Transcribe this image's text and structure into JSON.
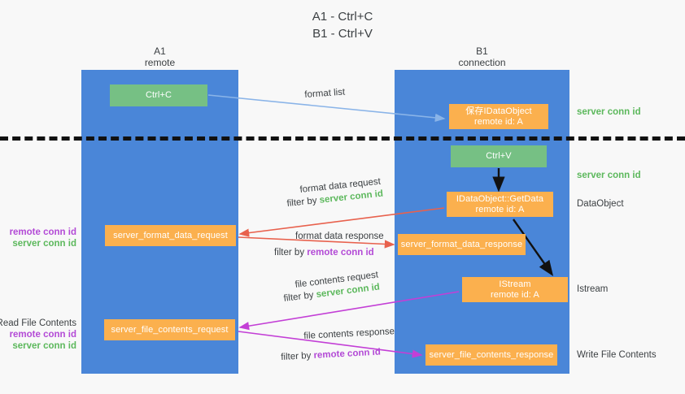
{
  "diagram": {
    "title": "A1 - Ctrl+C\nB1 - Ctrl+V",
    "columns": [
      {
        "name": "A1",
        "sub": "remote",
        "header": "A1\nremote",
        "color": "#4a86d8"
      },
      {
        "name": "B1",
        "sub": "connection",
        "header": "B1\nconnection",
        "color": "#4a86d8"
      }
    ],
    "colors": {
      "column": "#4a86d8",
      "green_box": "#76c084",
      "orange_box": "#fbb04e",
      "server_conn": "#5cb85c",
      "remote_conn": "#b34ad6",
      "format_list_arrow": "#8ab4e8",
      "format_data_arrow": "#e8614d",
      "file_contents_arrow": "#c33fd6",
      "black_arrow": "#111111",
      "dashed_line": "#111111",
      "background": "#f8f8f8",
      "text": "#3c4043"
    },
    "boxes": {
      "ctrl_c": "Ctrl+C",
      "ctrl_v": "Ctrl+V",
      "idataobject": "保存IDataObject\nremote id: A",
      "getdata": "IDataObject::GetData\nremote id: A",
      "istream": "IStream\nremote id: A",
      "server_format_data_request": "server_format_data_request",
      "server_format_data_response": "server_format_data_response",
      "server_file_contents_request": "server_file_contents_request",
      "server_file_contents_response": "server_file_contents_response"
    },
    "right_labels": {
      "server_conn_id_top": "server conn id",
      "server_conn_id_mid": "server conn id",
      "dataobject": "DataObject",
      "istream": "Istream",
      "write_file_contents": "Write File Contents"
    },
    "left_labels": {
      "remote_conn_id_1": "remote conn id",
      "server_conn_id_1": "server conn id",
      "read_file_contents": "Read File Contents",
      "remote_conn_id_2": "remote conn id",
      "server_conn_id_2": "server conn id"
    },
    "flow_labels": {
      "format_list": "format list",
      "format_data_request": "format data request",
      "filter_by": "filter by",
      "filter_server_conn_id": "server conn id",
      "format_data_response": "format data response",
      "filter_remote_conn_id": "remote conn id",
      "file_contents_request": "file contents request",
      "file_contents_response": "file contents response"
    }
  }
}
